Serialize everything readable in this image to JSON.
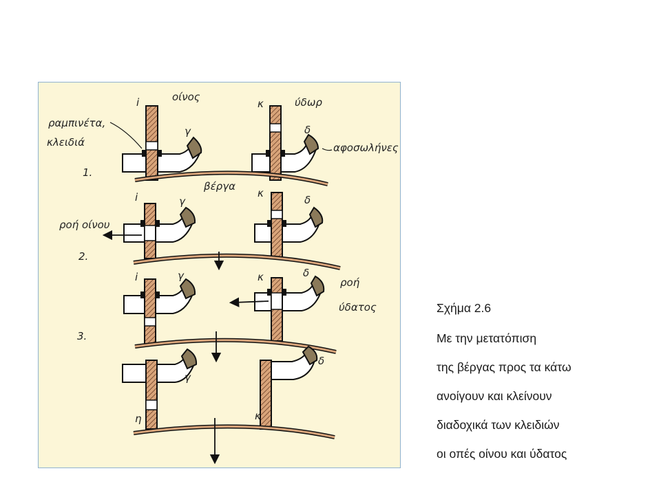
{
  "figure": {
    "labels": {
      "valve_left": "i",
      "valve_right": "κ",
      "wine": "οίνος",
      "water": "ύδωρ",
      "gamma": "γ",
      "delta": "δ",
      "rivets": "ραμπινέτα,",
      "keys": "κλειδιά",
      "stoppers": "αφοσωλήνες",
      "rod": "βέργα",
      "wine_flow": "ροή οίνου",
      "water_flow_1": "ροή",
      "water_flow_2": "ύδατος",
      "bottom_left": "η",
      "step_1": "1.",
      "step_2": "2.",
      "step_3": "3."
    }
  },
  "caption": {
    "title": "Σχήμα 2.6",
    "lines": [
      "Με την μετατόπιση",
      "της βέργας προς τα κάτω",
      "ανοίγουν και κλείνουν",
      "διαδοχικά των κλειδιών",
      "οι οπές οίνου και ύδατος"
    ]
  },
  "colors": {
    "panel_background": "#fcf6d7",
    "panel_border": "#8fb2cf",
    "rod": "#d8a47a",
    "hatch": "#b07a5a",
    "stopper": "#8b7a5a"
  }
}
